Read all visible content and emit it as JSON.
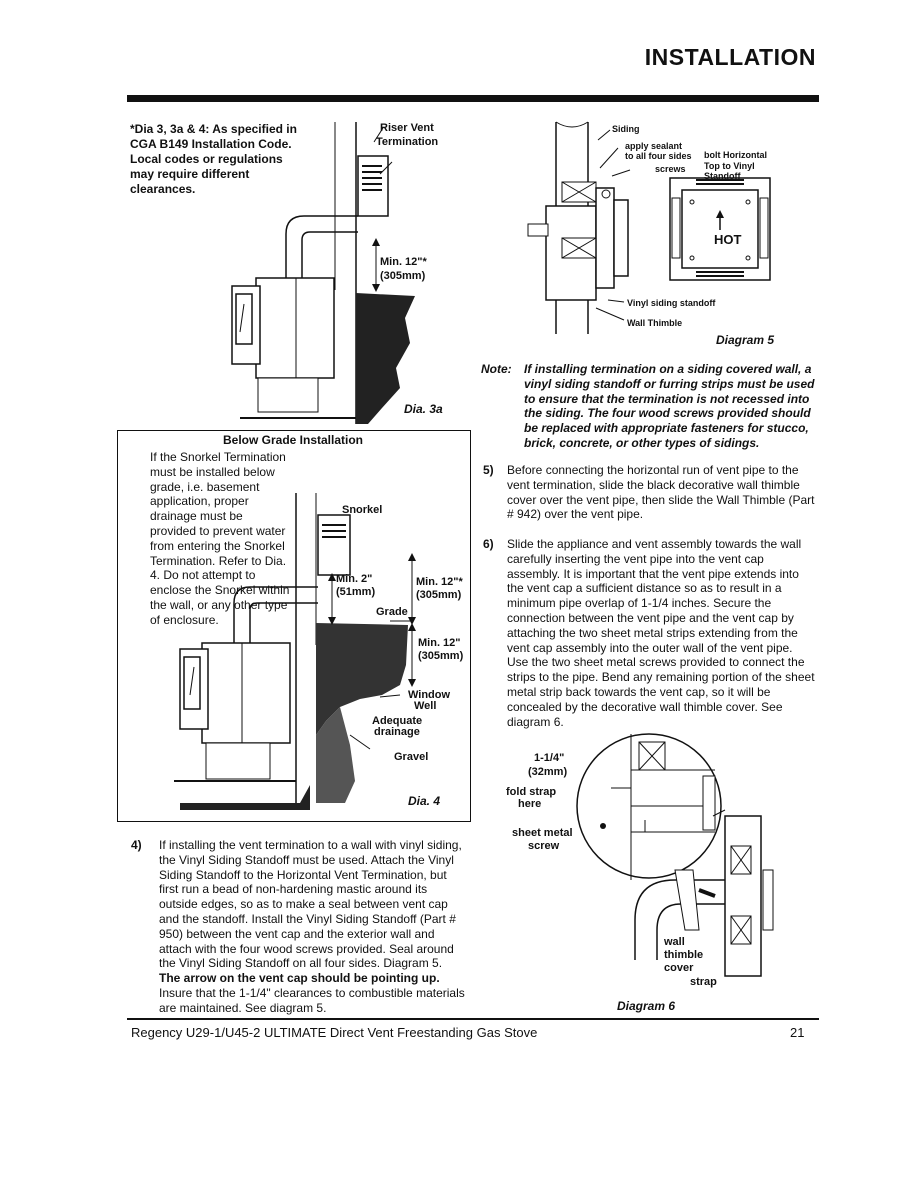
{
  "header": {
    "title": "INSTALLATION"
  },
  "dia3": {
    "note": "*Dia 3, 3a & 4: As specified in CGA B149 Installation Code. Local codes or regulations may require different clearances.",
    "riser_label_1": "Riser Vent",
    "riser_label_2": "Termination",
    "min_label": "Min. 12\"*",
    "min_mm": "(305mm)",
    "caption": "Dia. 3a"
  },
  "below_grade": {
    "title": "Below Grade Installation",
    "text": "If the Snorkel Termination must be installed below grade, i.e. basement application, proper drainage must be provided to prevent water from entering the Snorkel Termination. Refer to Dia. 4. Do not attempt to enclose the Snorkel within the wall, or any other type of enclosure.",
    "snorkel": "Snorkel",
    "min2": "Min. 2\"",
    "min2_mm": "(51mm)",
    "min12a": "Min. 12\"*",
    "min12a_mm": "(305mm)",
    "grade": "Grade",
    "min12b": "Min. 12\"",
    "min12b_mm": "(305mm)",
    "window_1": "Window",
    "window_2": "Well",
    "adequate_1": "Adequate",
    "adequate_2": "drainage",
    "gravel": "Gravel",
    "caption": "Dia. 4"
  },
  "step4": {
    "num": "4)",
    "text_a": "If installing the vent termination to a wall with vinyl siding, the Vinyl Siding Standoff must be used. Attach the Vinyl Siding Standoff to the Horizontal Vent Termination, but first run a bead of non-hardening mastic around its outside edges, so as to make a seal between vent cap and the standoff. Install the Vinyl Siding Standoff (Part # 950) between the vent cap and the exterior wall and attach with the four wood screws provided. Seal around the Vinyl Siding Standoff on all four sides. Diagram 5.",
    "text_bold": "The arrow on the vent cap should be pointing up.",
    "text_b": "Insure that the 1-1/4\" clearances to combustible materials are maintained. See diagram 5."
  },
  "diagram5": {
    "siding": "Siding",
    "sealant_1": "apply sealant",
    "sealant_2": "to all four sides",
    "screws": "screws",
    "bolt_1": "bolt Horizontal",
    "bolt_2": "Top to Vinyl",
    "bolt_3": "Standoff",
    "hot": "HOT",
    "vinyl_standoff": "Vinyl siding standoff",
    "wall_thimble": "Wall Thimble",
    "caption": "Diagram 5"
  },
  "note": {
    "label": "Note:",
    "text": "If installing termination on a siding covered wall, a vinyl siding standoff or furring strips must be used to ensure that the termination is not recessed into the siding. The four wood screws provided should be replaced with appropriate fasteners for stucco, brick, concrete, or other types of sidings."
  },
  "step5": {
    "num": "5)",
    "text": "Before connecting the horizontal run of vent pipe to the vent termination, slide the black decorative wall thimble cover over the vent pipe, then slide the Wall Thimble (Part # 942) over the vent pipe."
  },
  "step6": {
    "num": "6)",
    "text": "Slide the appliance and vent assembly towards the wall carefully inserting the vent pipe into the vent cap assembly. It is important that the vent pipe extends into the vent cap a sufficient distance so as to result in a minimum pipe overlap of 1-1/4 inches. Secure the connection between the vent pipe and the vent cap by attaching the two sheet metal strips extending from the vent cap assembly into the outer wall of the vent pipe. Use the two sheet metal screws provided to connect the strips to the pipe. Bend any remaining portion of the sheet metal strip back towards the vent cap, so it will be concealed by the decorative wall thimble cover. See diagram 6."
  },
  "diagram6": {
    "overlap_1": "1-1/4\"",
    "overlap_2": "(32mm)",
    "fold_1": "fold strap",
    "fold_2": "here",
    "screw_1": "sheet metal",
    "screw_2": "screw",
    "thimble_1": "wall",
    "thimble_2": "thimble",
    "thimble_3": "cover",
    "strap": "strap",
    "caption": "Diagram 6"
  },
  "footer": {
    "title": "Regency U29-1/U45-2 ULTIMATE Direct Vent Freestanding Gas Stove",
    "page": "21"
  }
}
